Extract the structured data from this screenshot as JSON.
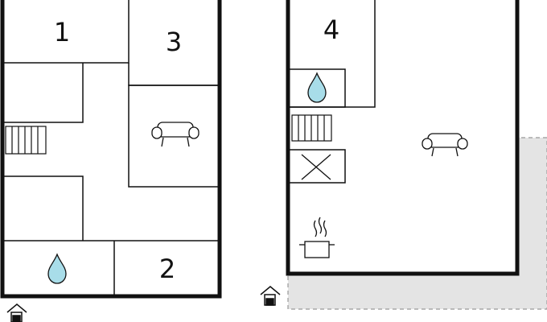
{
  "rooms": {
    "r1": "1",
    "r2": "2",
    "r3": "3",
    "r4": "4"
  },
  "icons": {
    "water_drop": "water-drop-icon",
    "sofa": "sofa-icon",
    "radiator": "radiator-icon",
    "cross_box": "cross-box-icon",
    "cooking_pot": "cooking-pot-icon",
    "entrance": "entrance-icon"
  },
  "colors": {
    "wall": "#111111",
    "water": "#a8dde9",
    "terrace": "#e4e4e4",
    "background": "#ffffff"
  }
}
